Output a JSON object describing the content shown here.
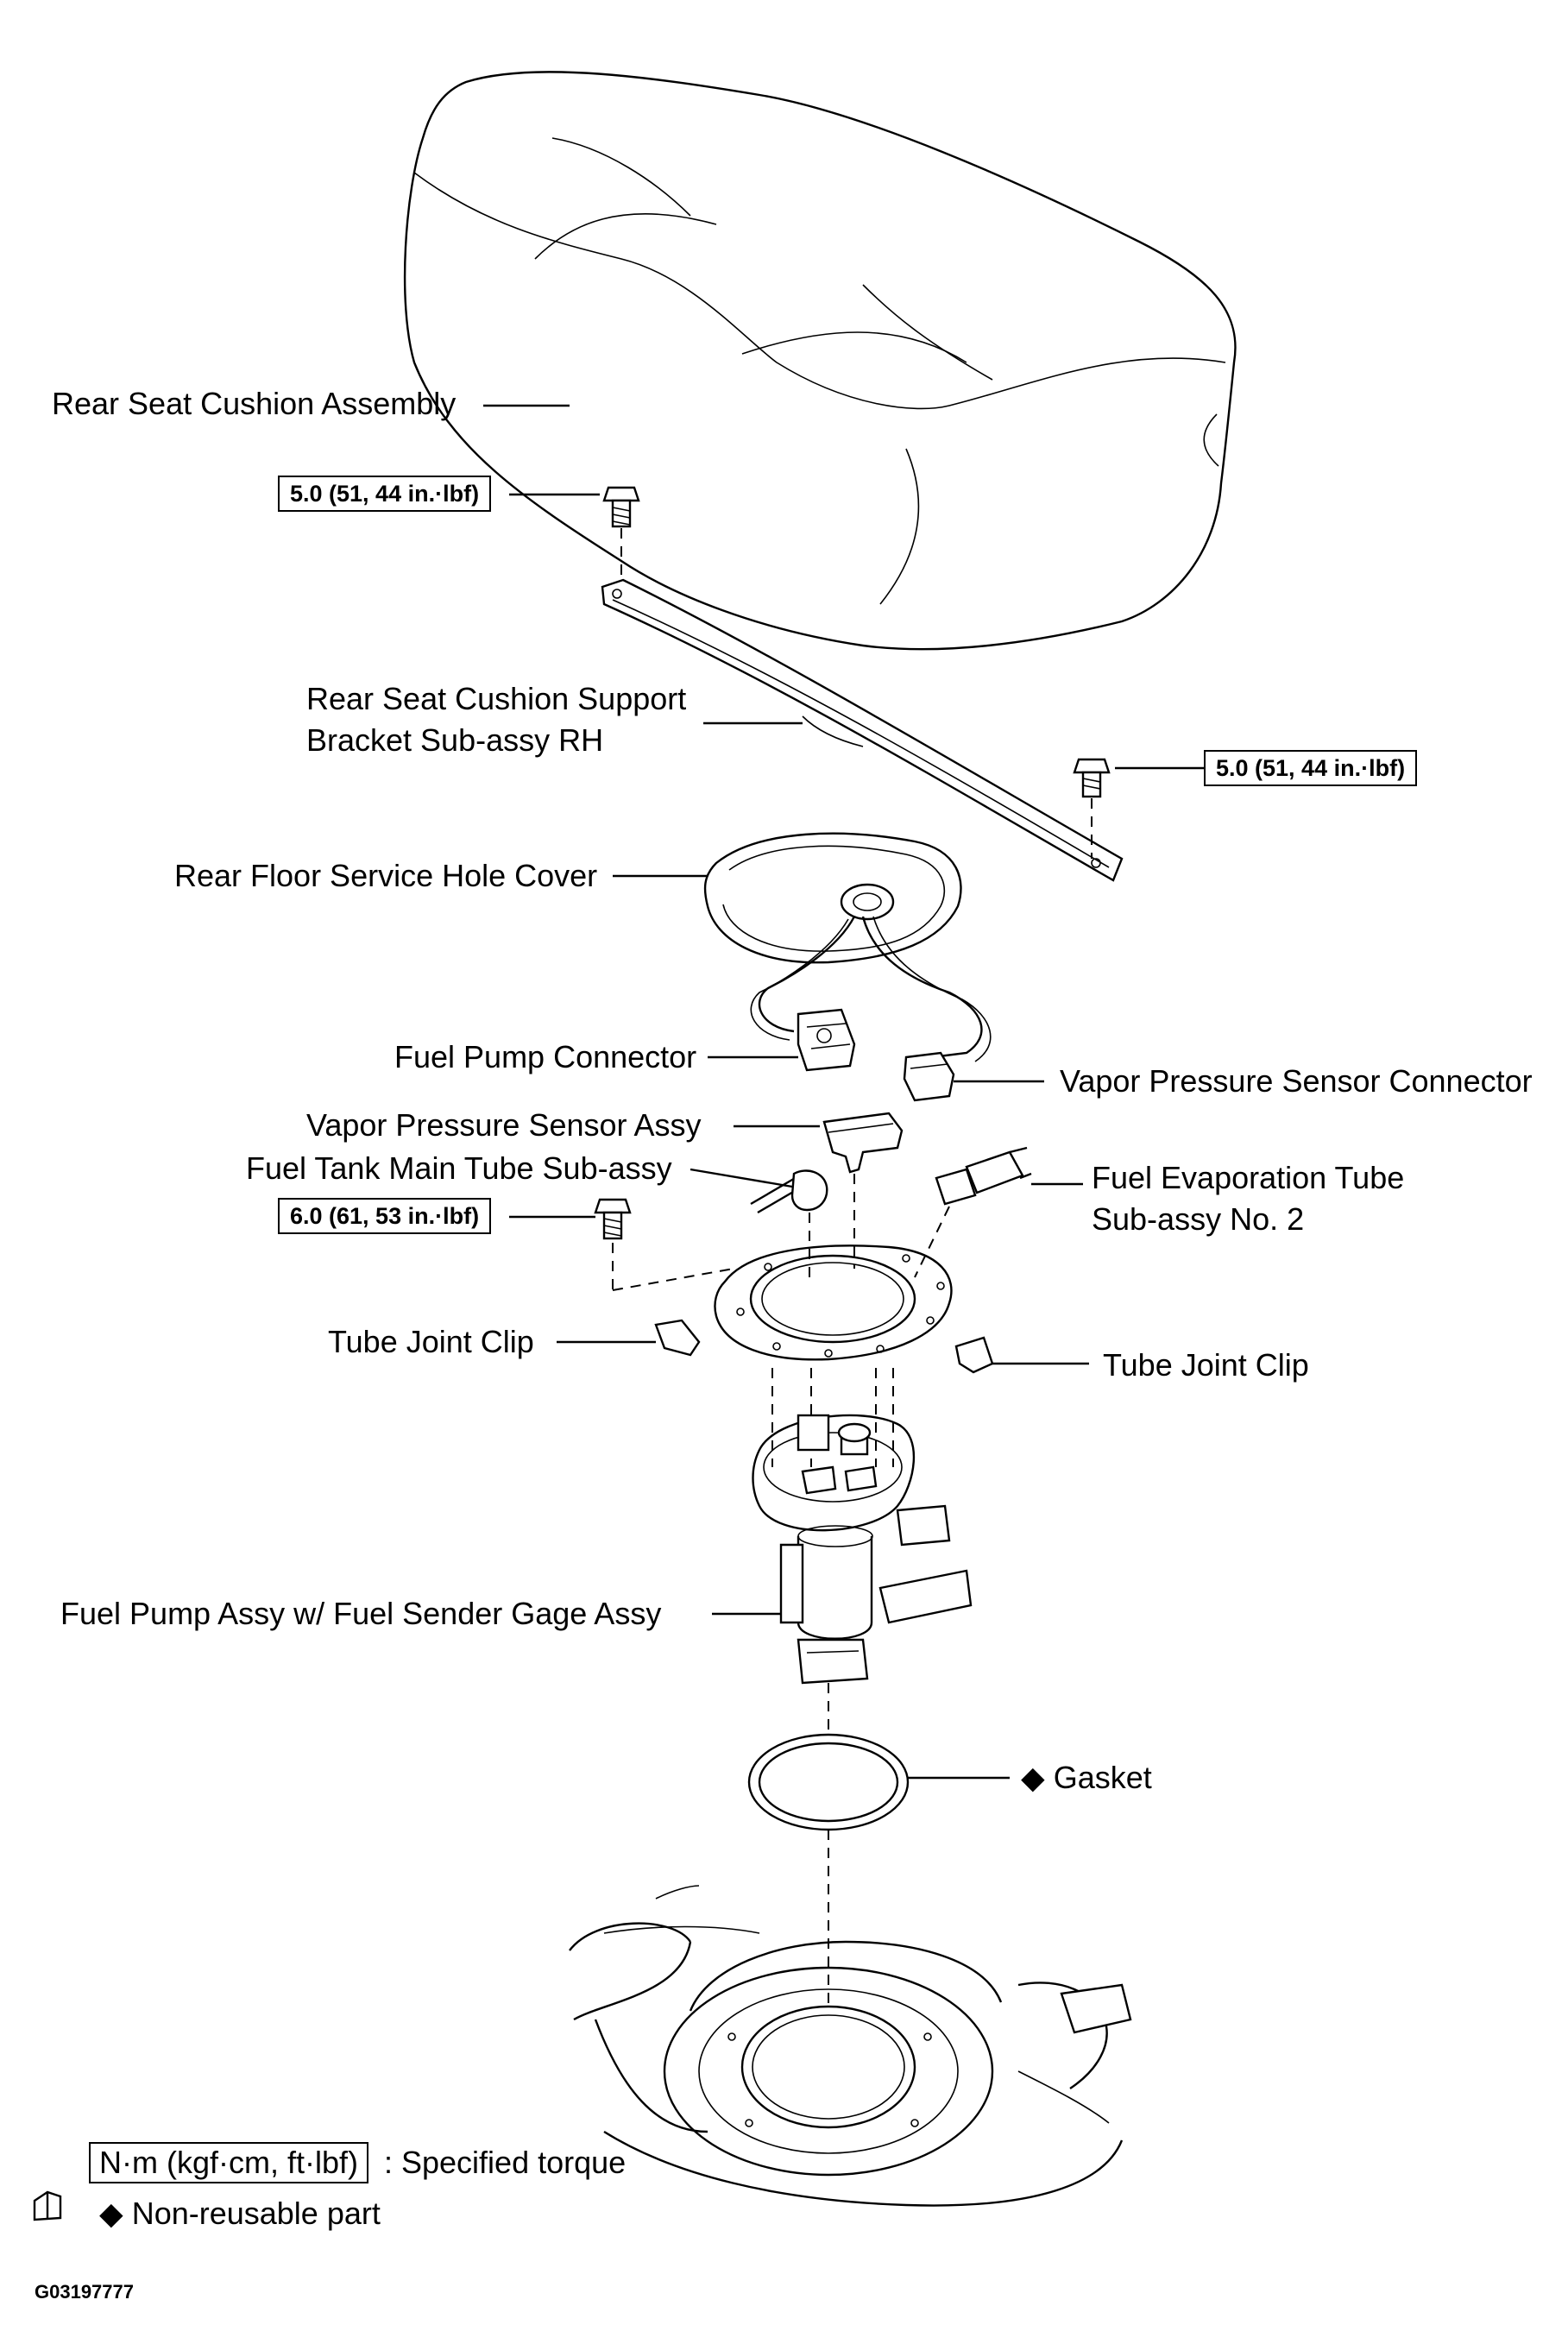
{
  "labels": {
    "rear_seat_cushion": "Rear Seat Cushion Assembly",
    "support_bracket_line1": "Rear Seat Cushion Support",
    "support_bracket_line2": "Bracket Sub-assy RH",
    "service_hole_cover": "Rear Floor Service Hole Cover",
    "fuel_pump_connector": "Fuel Pump Connector",
    "vapor_sensor_connector": "Vapor Pressure Sensor Connector",
    "vapor_sensor_assy": "Vapor Pressure Sensor Assy",
    "main_tube": "Fuel Tank Main Tube  Sub-assy",
    "evap_tube_line1": "Fuel Evaporation Tube",
    "evap_tube_line2": "Sub-assy No. 2",
    "tube_joint_clip_left": "Tube Joint Clip",
    "tube_joint_clip_right": "Tube Joint Clip",
    "fuel_pump_assy": "Fuel Pump Assy w/ Fuel Sender Gage Assy",
    "gasket": "Gasket"
  },
  "torques": {
    "bracket_left": "5.0 (51, 44 in.·lbf)",
    "bracket_right": "5.0 (51, 44 in.·lbf)",
    "retainer": "6.0 (61, 53 in.·lbf)"
  },
  "legend": {
    "torque_unit": "N·m (kgf·cm, ft·lbf)",
    "torque_desc": ": Specified torque",
    "nonreusable_symbol": "◆",
    "nonreusable_desc": "Non-reusable part",
    "gasket_symbol": "◆"
  },
  "figure_id": "G03197777"
}
